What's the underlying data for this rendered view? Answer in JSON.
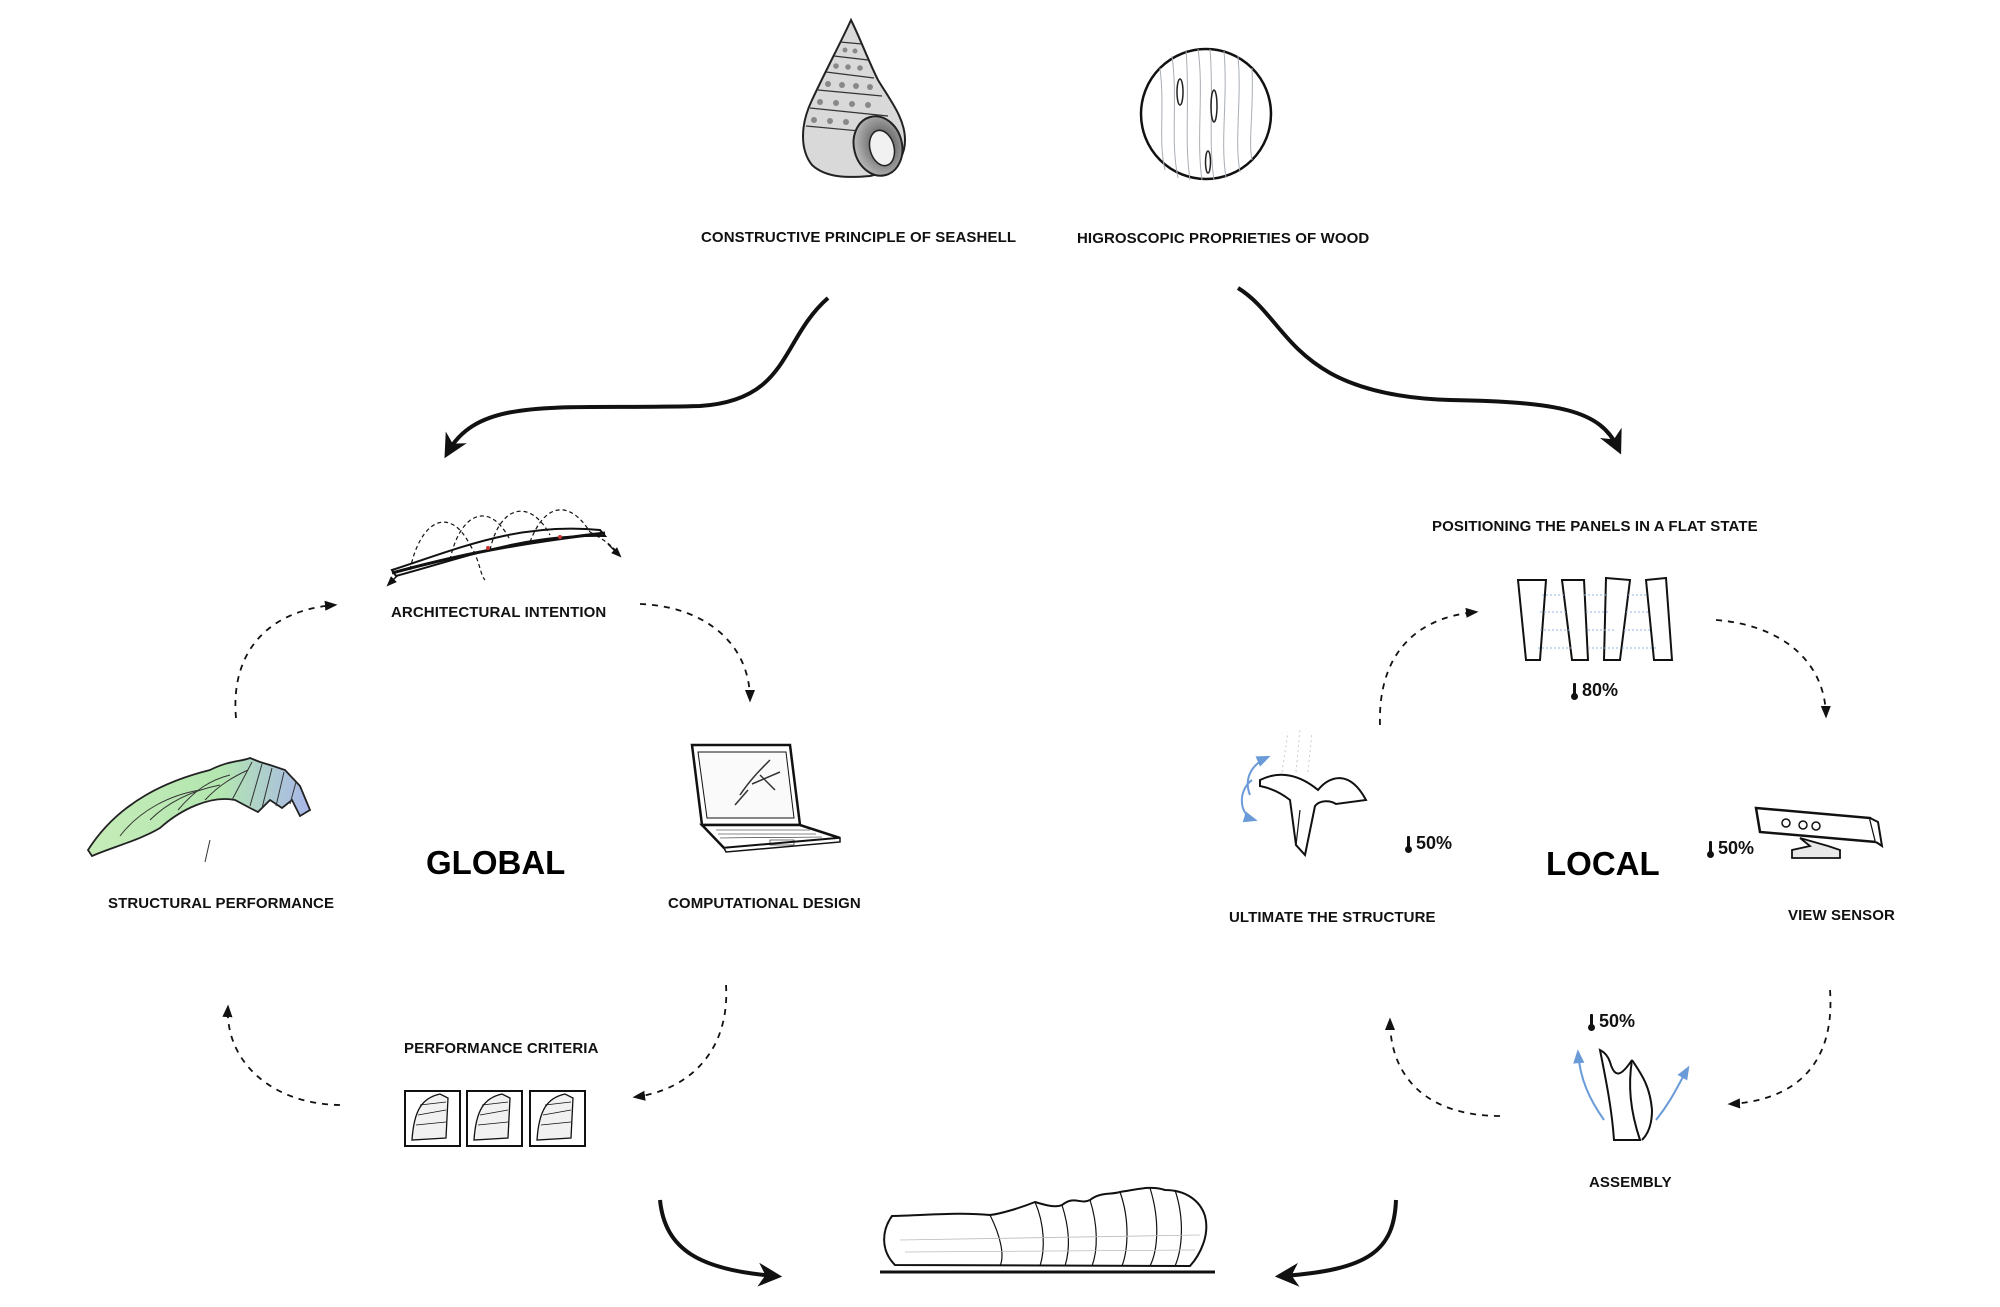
{
  "sources": {
    "seashell_label": "CONSTRUCTIVE PRINCIPLE OF SEASHELL",
    "wood_label": "HIGROSCOPIC PROPRIETIES OF WOOD"
  },
  "global": {
    "title": "GLOBAL",
    "architectural_intention": "ARCHITECTURAL INTENTION",
    "computational_design": "COMPUTATIONAL DESIGN",
    "performance_criteria": "PERFORMANCE CRITERIA",
    "structural_performance": "STRUCTURAL PERFORMANCE"
  },
  "local": {
    "title": "LOCAL",
    "positioning": "POSITIONING THE PANELS IN A FLAT STATE",
    "positioning_humidity": "80%",
    "view_sensor": "VIEW SENSOR",
    "view_sensor_humidity": "50%",
    "assembly": "ASSEMBLY",
    "assembly_humidity": "50%",
    "ultimate": "ULTIMATE THE STRUCTURE",
    "ultimate_humidity": "50%"
  },
  "colors": {
    "ink": "#111111",
    "shell_green": "#b9e8b0",
    "shell_blue": "#a7b8e8",
    "motion_blue": "#6a9bd8",
    "wood_grain": "#9aa2a8"
  }
}
